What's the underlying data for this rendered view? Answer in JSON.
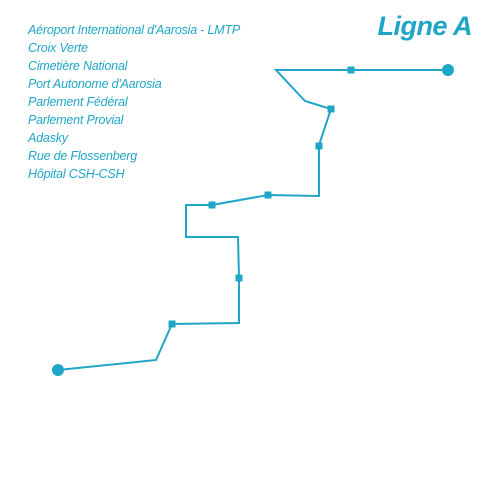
{
  "line": {
    "title": "Ligne A",
    "color": "#1fa6c6"
  },
  "stops": [
    "Aéroport International d'Aarosia - LMTP",
    "Croix Verte",
    "Cimetière National",
    "Port Autonome d'Aarosia",
    "Parlement Fédéral",
    "Parlement Provial",
    "Adasky",
    "Rue de Flossenberg",
    "Hôpital CSH-CSH"
  ]
}
